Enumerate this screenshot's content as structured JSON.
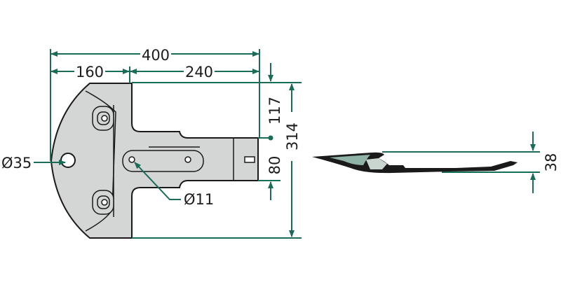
{
  "colors": {
    "dimension": "#1a6b58",
    "plate_fill": "#d3d6d5",
    "outline": "#1a1a1a",
    "side_fill": "#8fb3a6"
  },
  "dimensions": {
    "overall_length": "400",
    "head_length": "160",
    "stem_length": "240",
    "overall_width": "314",
    "offset_to_stem": "117",
    "stem_width": "80",
    "large_hole": "Ø35",
    "small_hole": "Ø11",
    "thickness": "38"
  }
}
